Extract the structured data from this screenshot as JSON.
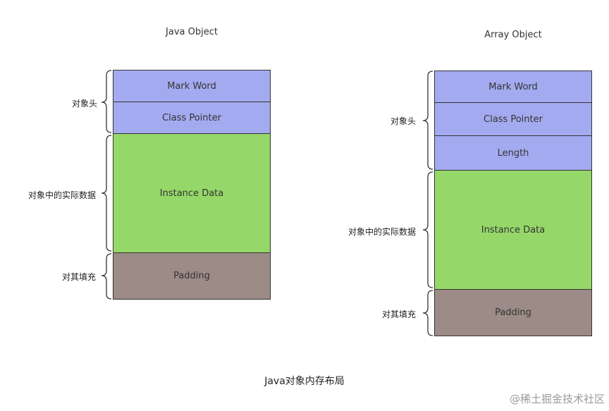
{
  "java_object": {
    "title": "Java Object",
    "blocks": [
      "Mark Word",
      "Class Pointer",
      "Instance Data",
      "Padding"
    ],
    "labels": {
      "header": "对象头",
      "instance": "对象中的实际数据",
      "padding": "对其填充"
    }
  },
  "array_object": {
    "title": "Array Object",
    "blocks": [
      "Mark Word",
      "Class Pointer",
      "Length",
      "Instance Data",
      "Padding"
    ],
    "labels": {
      "header": "对象头",
      "instance": "对象中的实际数据",
      "padding": "对其填充"
    }
  },
  "caption": "Java对象内存布局",
  "watermark": "@稀土掘金技术社区",
  "colors": {
    "header": "#a4aaf0",
    "instance": "#95d869",
    "padding": "#9c8b86"
  }
}
